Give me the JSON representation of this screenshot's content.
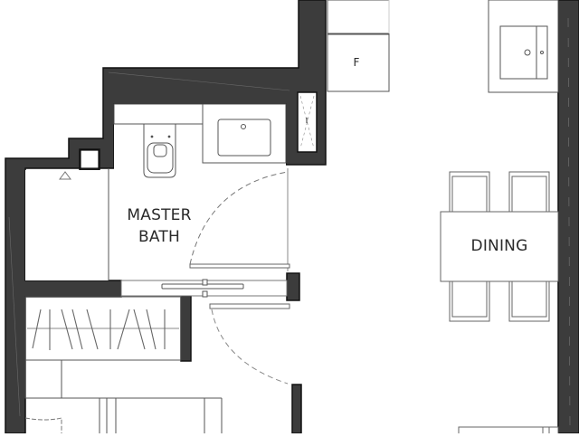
{
  "plan": {
    "rooms": [
      {
        "id": "master-bath",
        "label_line1": "MASTER",
        "label_line2": "BATH"
      },
      {
        "id": "dining",
        "label": "DINING"
      }
    ],
    "appliances": [
      {
        "id": "fridge",
        "label": "F"
      }
    ],
    "fixtures": [
      {
        "id": "toilet",
        "icon": "toilet-icon"
      },
      {
        "id": "bath-sink",
        "icon": "sink-icon"
      },
      {
        "id": "kitchen-sink",
        "icon": "sink-icon"
      },
      {
        "id": "dining-table",
        "icon": "table-icon",
        "chairs": 4
      },
      {
        "id": "wardrobe",
        "icon": "wardrobe-icon"
      },
      {
        "id": "bath-door",
        "icon": "swing-door-icon"
      },
      {
        "id": "room-door",
        "icon": "swing-door-icon"
      },
      {
        "id": "sliding-door",
        "icon": "sliding-door-icon"
      },
      {
        "id": "light-fixture",
        "icon": "light-icon"
      }
    ],
    "colors": {
      "wall": "#3a3a3a",
      "wall_outline": "#111111",
      "line": "#555555",
      "background": "#ffffff"
    }
  }
}
